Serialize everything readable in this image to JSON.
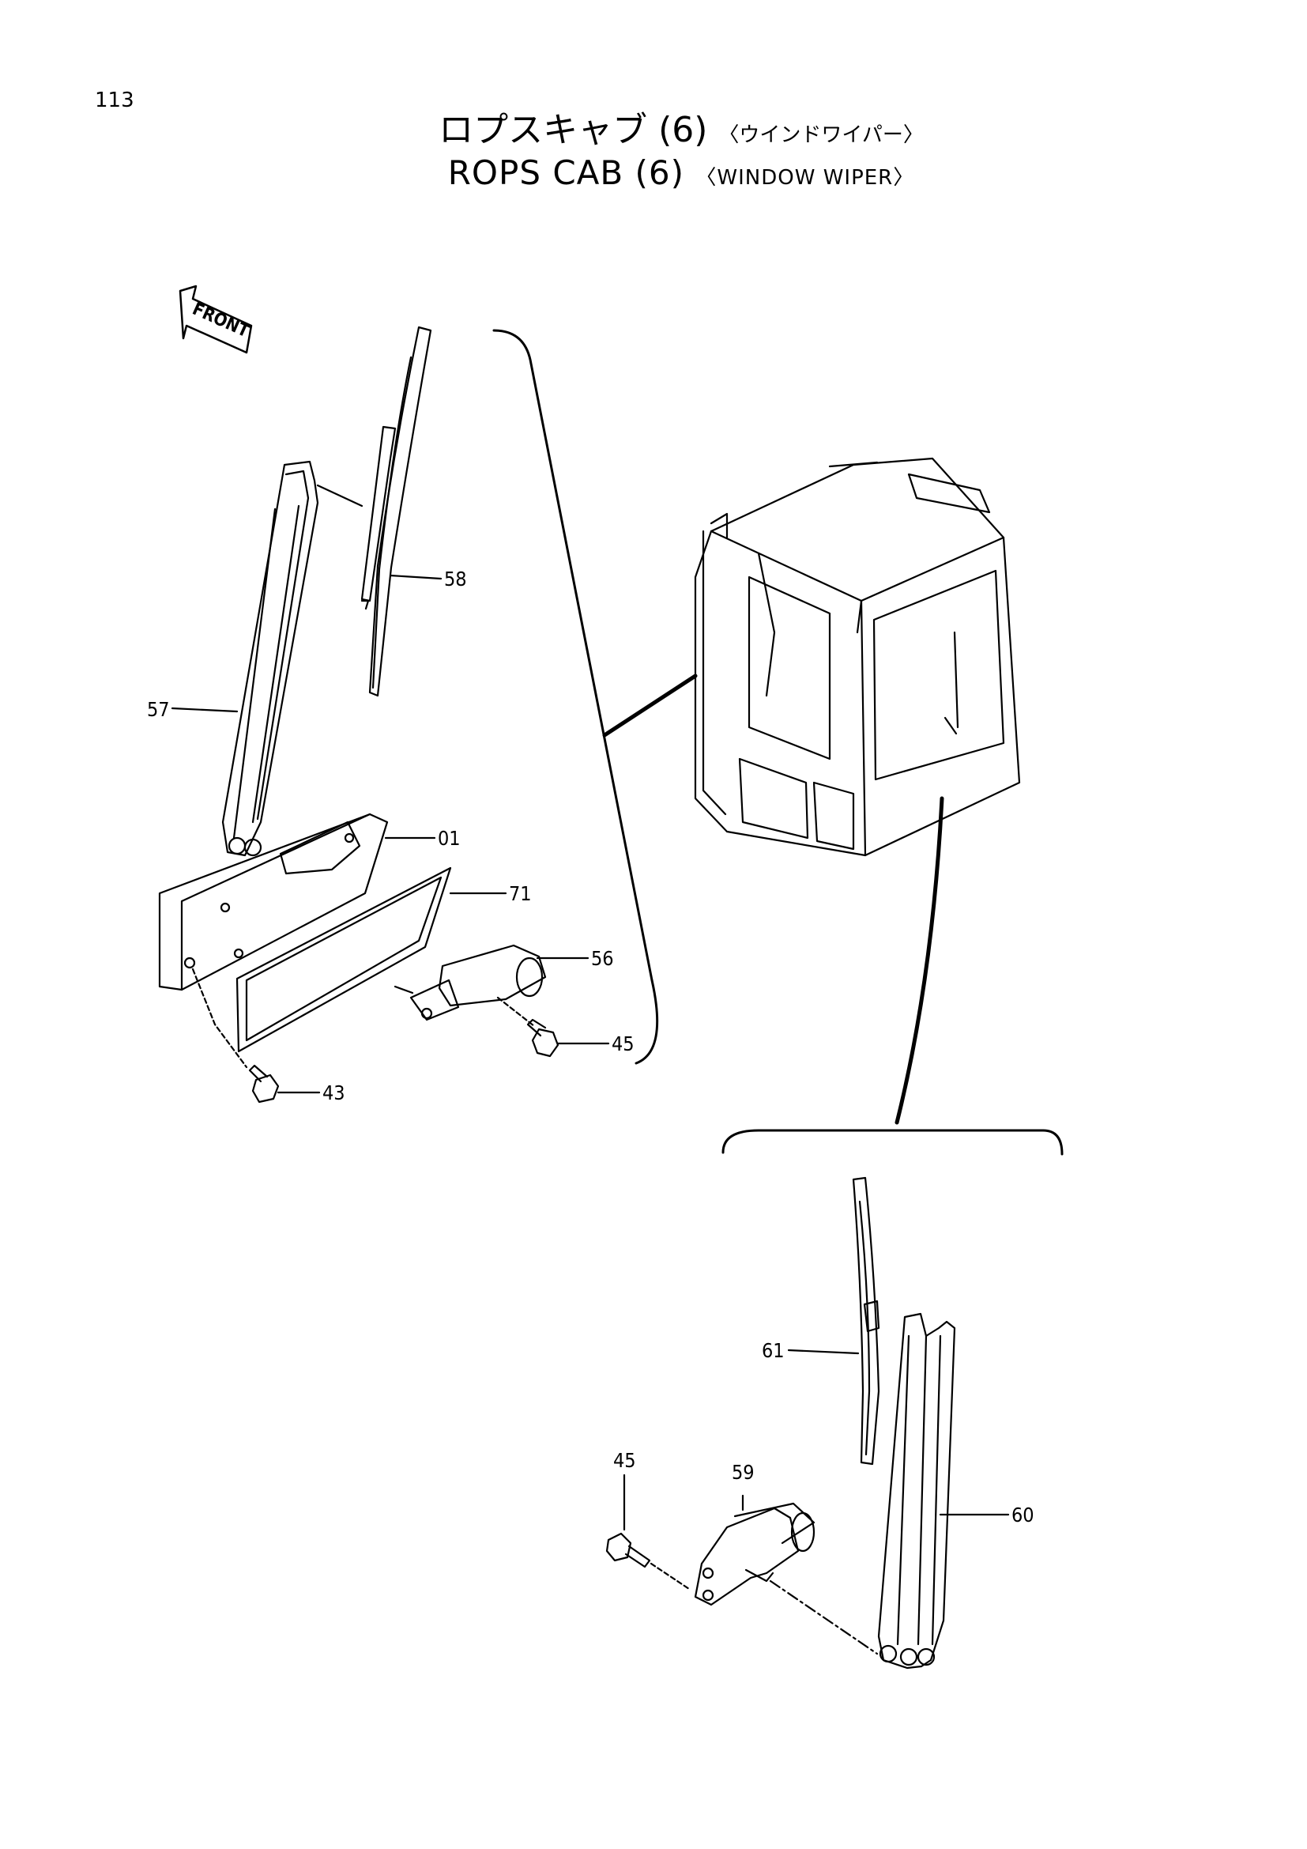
{
  "page_number": "113",
  "title_jp": {
    "main": "ロプスキャブ (6)",
    "sub": "〈ウインドワイパー〉"
  },
  "title_en": {
    "main": "ROPS CAB (6)",
    "sub": "〈WINDOW WIPER〉"
  },
  "front_label": "FRONT",
  "callouts": {
    "c58": "58",
    "c57": "57",
    "c01": "01",
    "c71": "71",
    "c56": "56",
    "c45a": "45",
    "c43": "43",
    "c61": "61",
    "c45b": "45",
    "c59": "59",
    "c60": "60"
  }
}
